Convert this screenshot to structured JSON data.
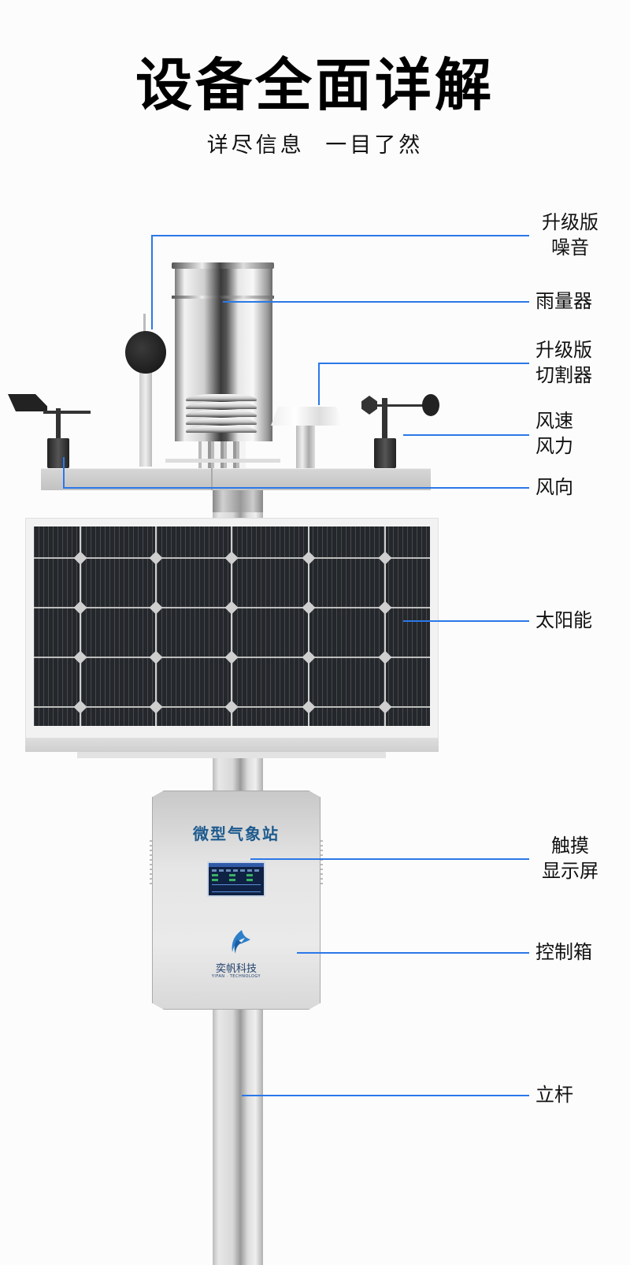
{
  "header": {
    "title": "设备全面详解",
    "subtitle": "详尽信息  一目了然"
  },
  "device": {
    "control_box": {
      "title": "微型气象站",
      "brand_name": "奕帆科技",
      "brand_en": "YIFAN · TECHNOLOGY"
    }
  },
  "callouts": [
    {
      "id": "noise",
      "lines": [
        "升级版",
        "噪音"
      ]
    },
    {
      "id": "rain_gauge",
      "lines": [
        "雨量器"
      ]
    },
    {
      "id": "cutter",
      "lines": [
        "升级版",
        "切割器"
      ]
    },
    {
      "id": "wind_speed",
      "lines": [
        "风速",
        "风力"
      ]
    },
    {
      "id": "wind_direction",
      "lines": [
        "风向"
      ]
    },
    {
      "id": "solar",
      "lines": [
        "太阳能"
      ]
    },
    {
      "id": "touch_screen",
      "lines": [
        "触摸",
        "显示屏"
      ]
    },
    {
      "id": "control_box",
      "lines": [
        "控制箱"
      ]
    },
    {
      "id": "pole",
      "lines": [
        "立杆"
      ]
    }
  ],
  "colors": {
    "callout_line": "#2b78e8",
    "box_title": "#1d5a8e",
    "background": "#fcfcfc"
  }
}
